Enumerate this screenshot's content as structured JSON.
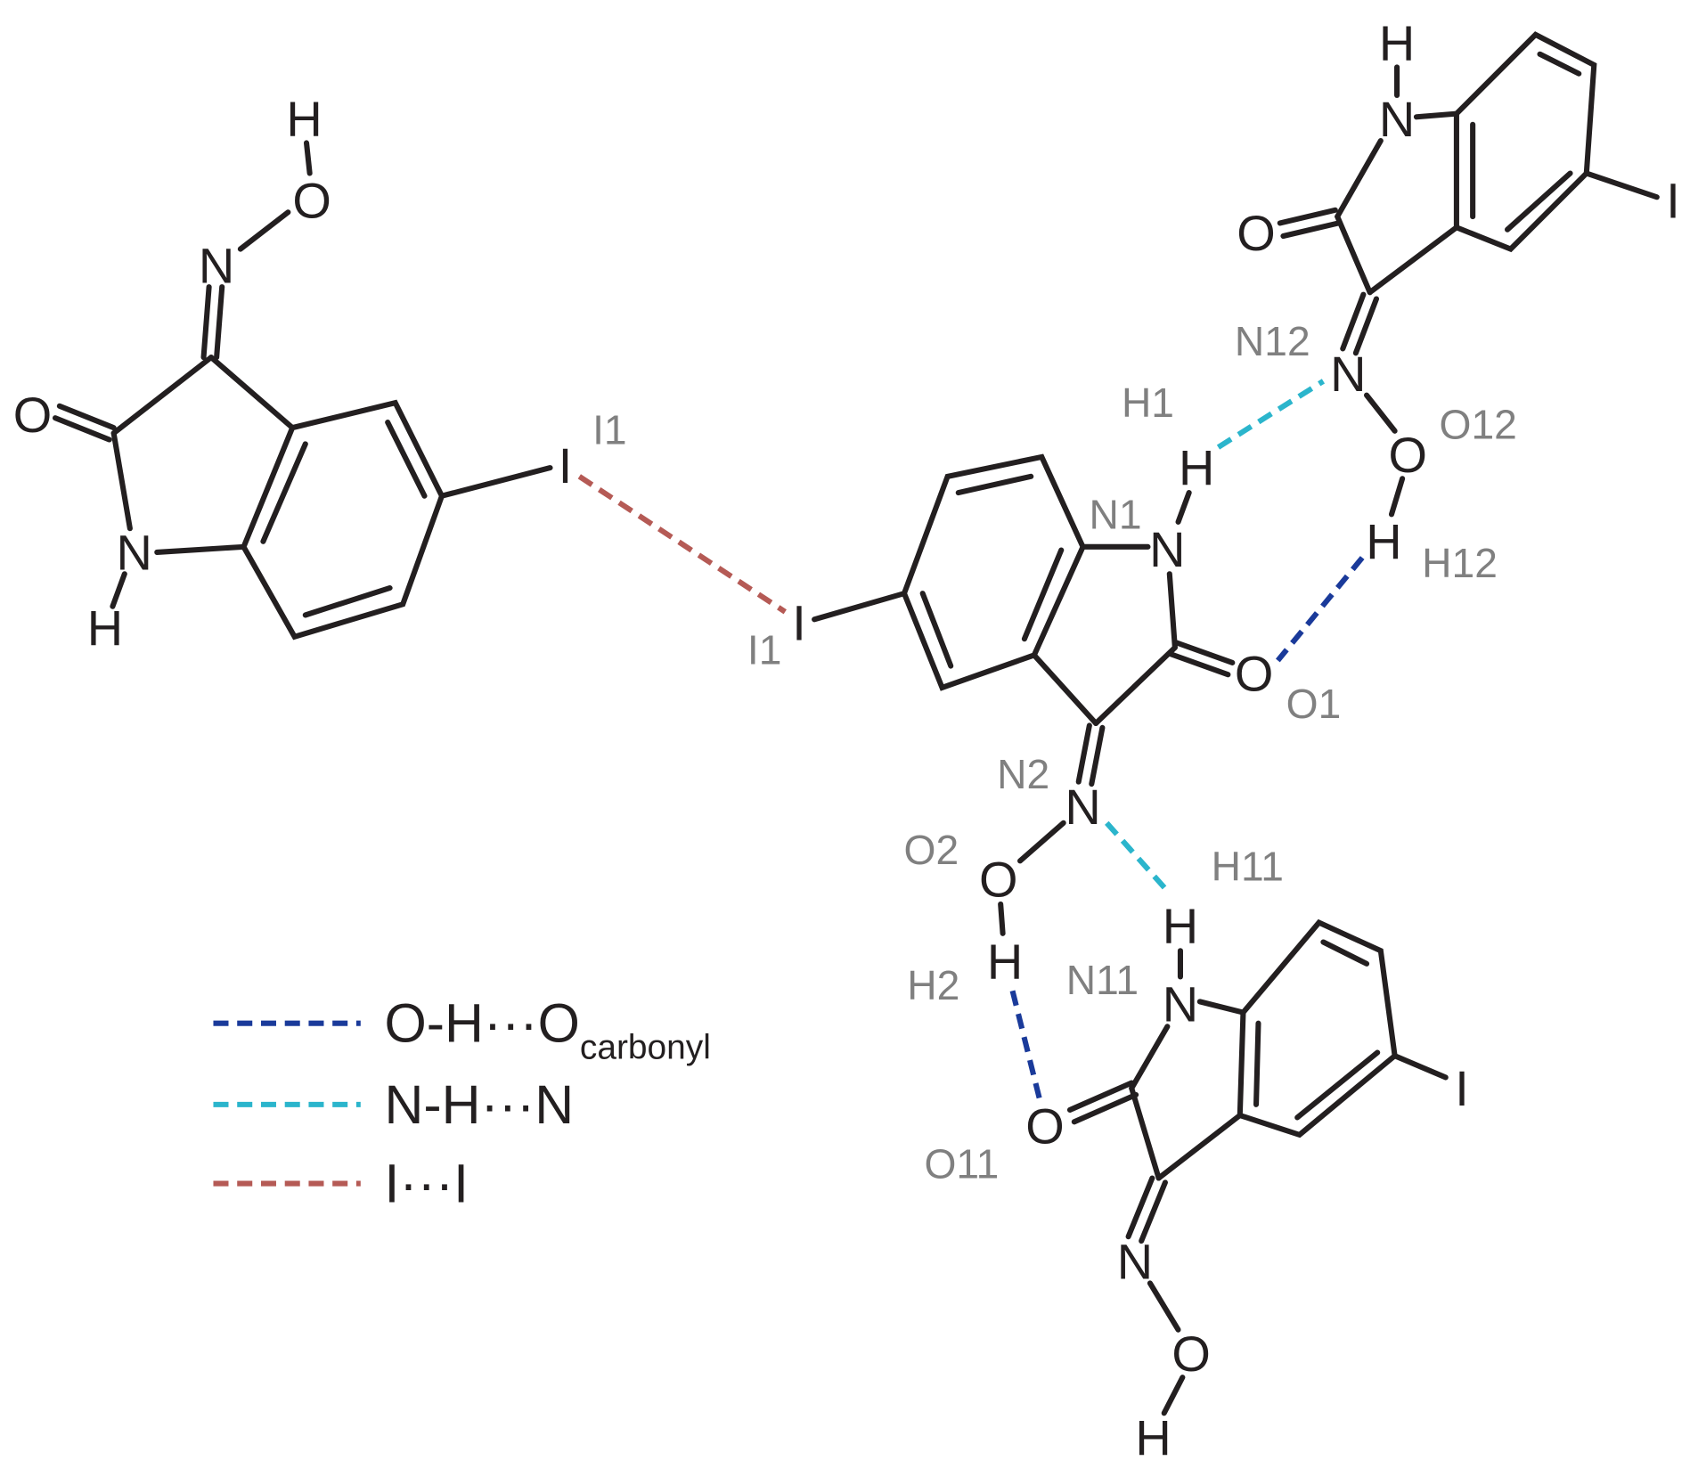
{
  "colors": {
    "oh_o_carbonyl": "#1a3a9a",
    "nh_n": "#2bb5cc",
    "i_i": "#b55a55",
    "bond": "#231f20",
    "label": "#808080"
  },
  "atoms": {
    "H": "H",
    "O": "O",
    "N": "N",
    "I": "I"
  },
  "labels": {
    "left_I1": "I1",
    "center_I1": "I1",
    "N1": "N1",
    "H1": "H1",
    "O1": "O1",
    "N2": "N2",
    "O2": "O2",
    "H2": "H2",
    "H11": "H11",
    "N11": "N11",
    "O11": "O11",
    "N12": "N12",
    "O12": "O12",
    "H12": "H12"
  },
  "legend": {
    "items": [
      {
        "main": "O-H···O",
        "sub": "carbonyl"
      },
      {
        "main": "N-H···N",
        "sub": ""
      },
      {
        "main": "I···I",
        "sub": ""
      }
    ]
  }
}
